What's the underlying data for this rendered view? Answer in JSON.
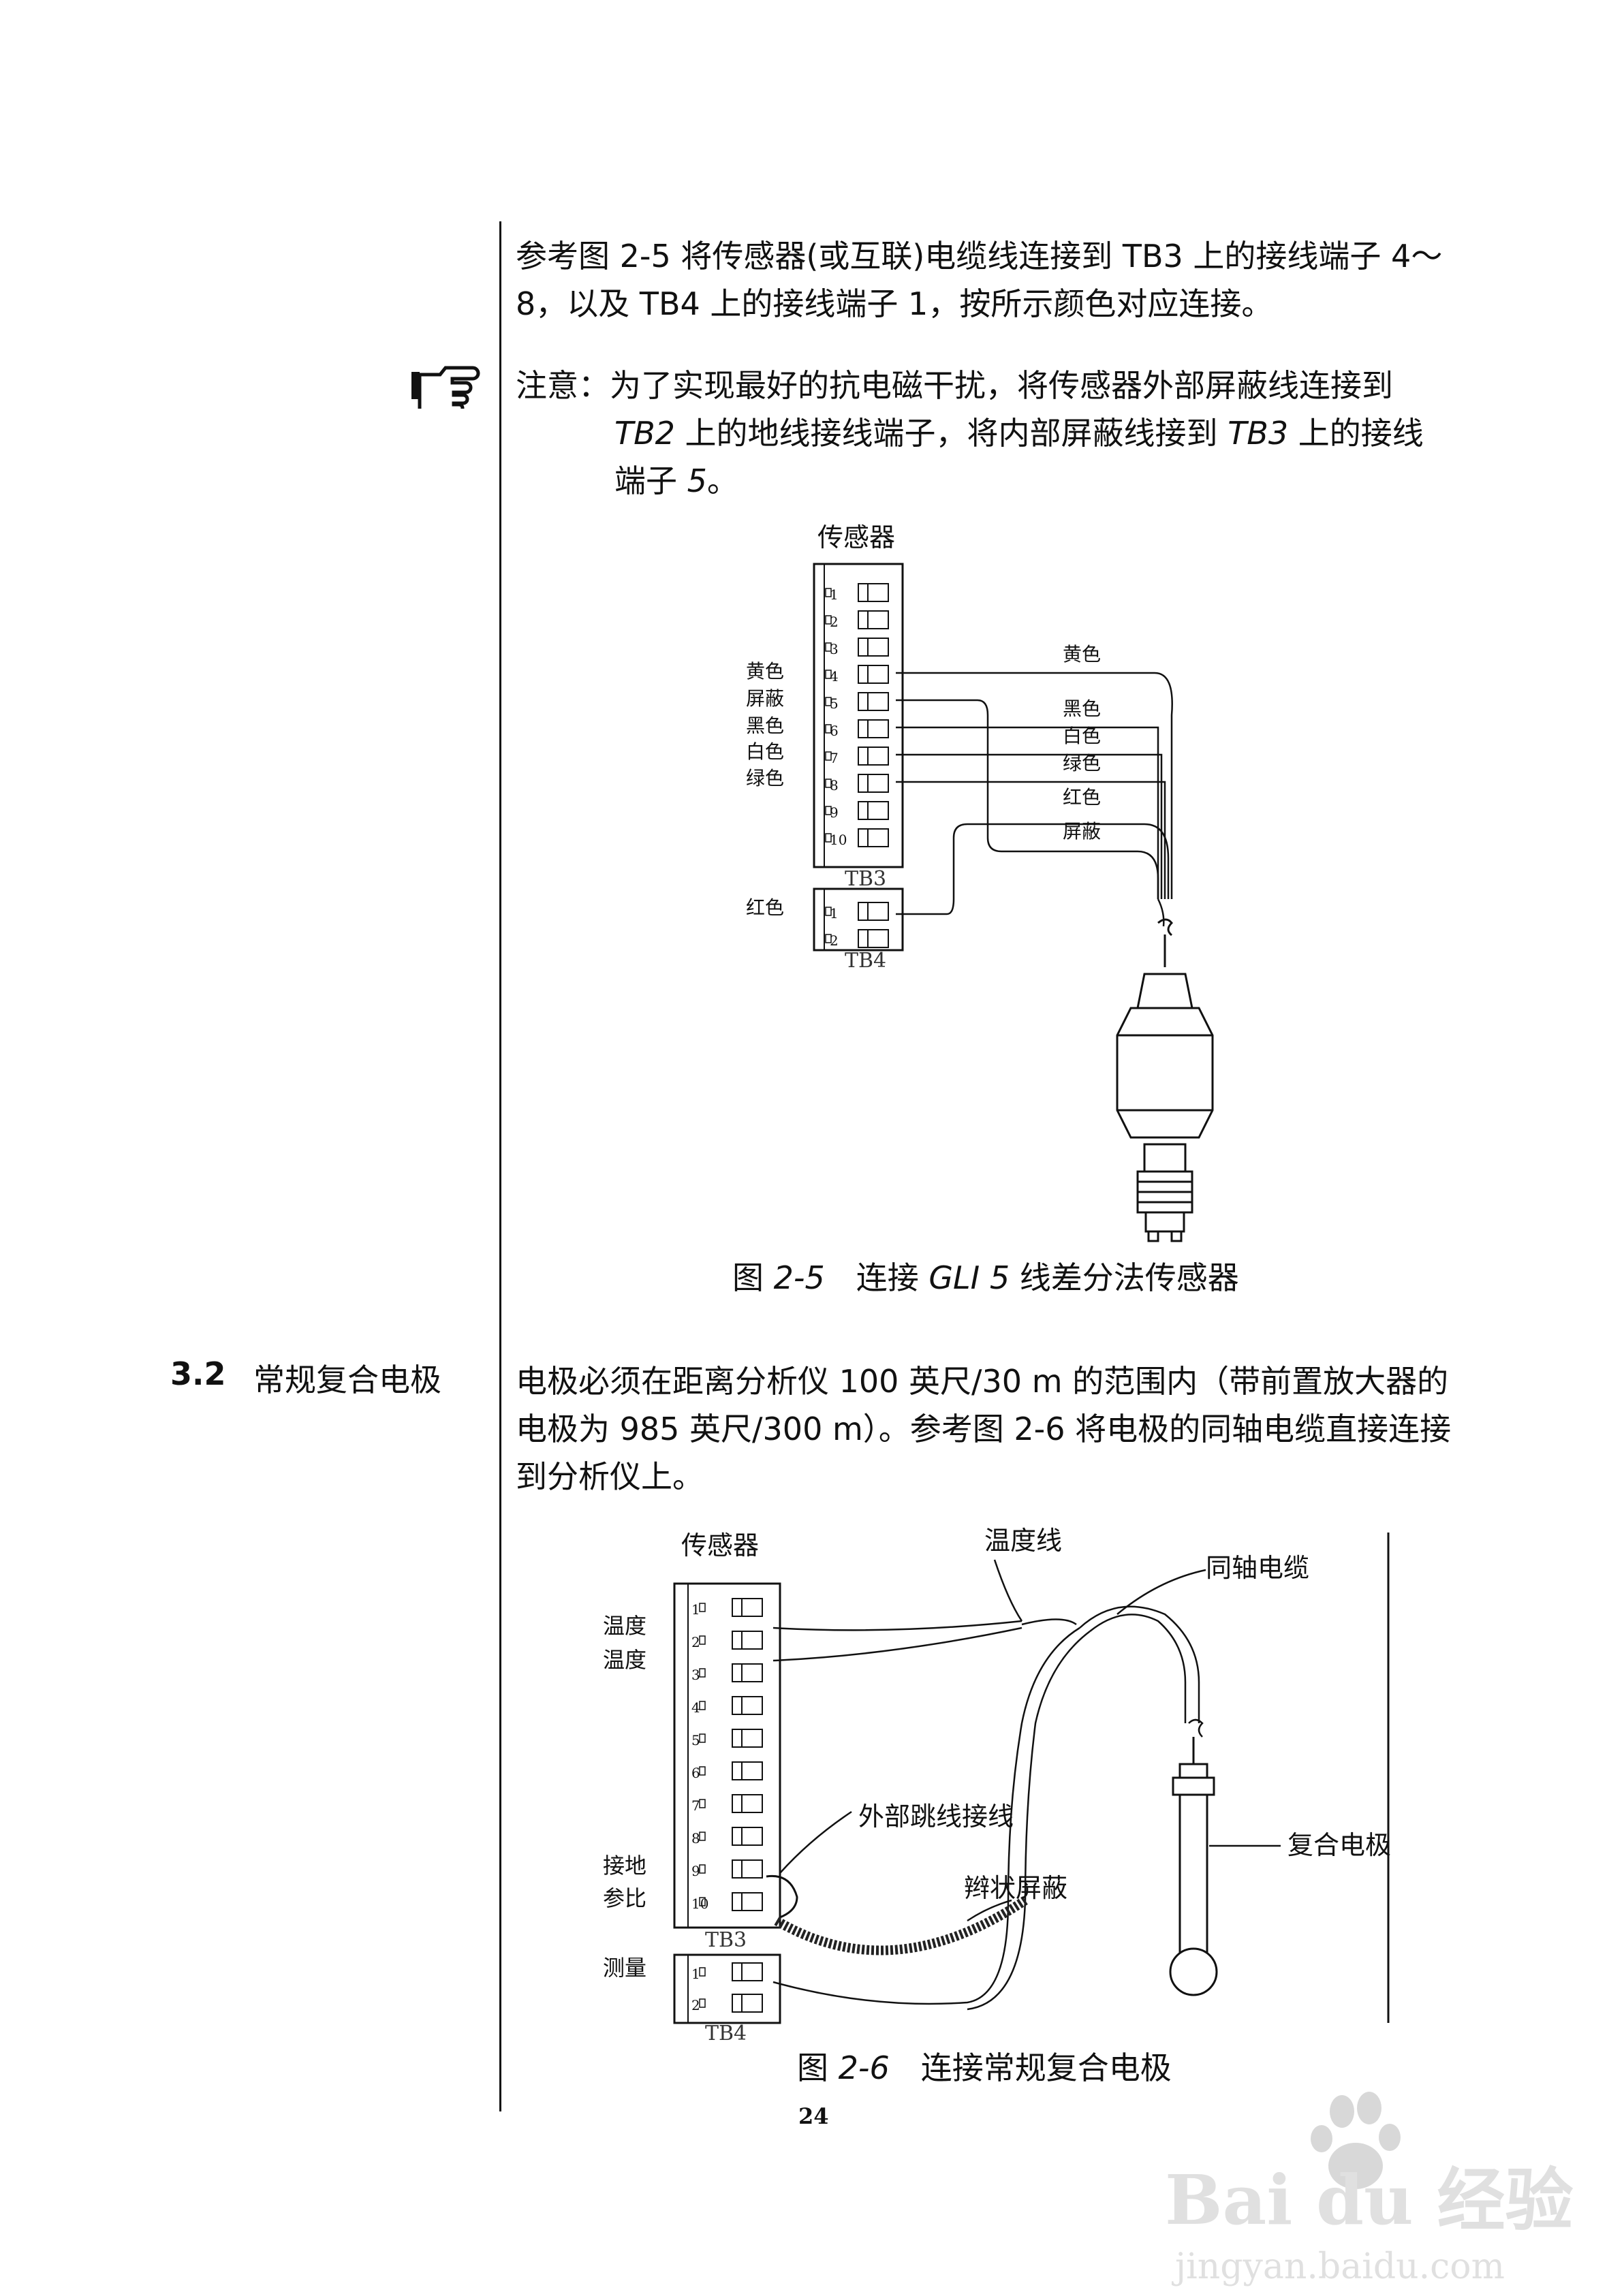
{
  "intro": {
    "line1": "参考图 2-5 将传感器(或互联)电缆线连接到 TB3 上的接线端子 4～",
    "line2": "8，以及 TB4 上的接线端子 1，按所示颜色对应连接。"
  },
  "note": {
    "prefix": "注意：为了实现最好的抗电磁干扰，将传感器外部屏蔽线连接到",
    "line2_a": "TB2",
    "line2_b": " 上的地线接线端子，将内部屏蔽线接到 ",
    "line2_c": "TB3",
    "line2_d": " 上的接线",
    "line3_a": "端子 ",
    "line3_b": "5",
    "line3_c": "。"
  },
  "figure1": {
    "title": "传感器",
    "left_labels": [
      "黄色",
      "屏蔽",
      "黑色",
      "白色",
      "绿色"
    ],
    "left_label_tb4": "红色",
    "right_labels": [
      "黄色",
      "黑色",
      "白色",
      "绿色",
      "红色",
      "屏蔽"
    ],
    "terminals_tb3": [
      "1",
      "2",
      "3",
      "4",
      "5",
      "6",
      "7",
      "8",
      "9",
      "10"
    ],
    "terminals_tb4": [
      "1",
      "2"
    ],
    "tb3": "TB3",
    "tb4": "TB4",
    "caption_prefix": "图 ",
    "caption_num": "2-5",
    "caption_mid": "　连接 ",
    "caption_em": "GLI 5",
    "caption_suffix": " 线差分法传感器"
  },
  "section": {
    "number": "3.2",
    "title": "常规复合电极",
    "line1": "电极必须在距离分析仪 100 英尺/30 m 的范围内（带前置放大器的",
    "line2": "电极为 985 英尺/300 m）。参考图 2-6 将电极的同轴电缆直接连接",
    "line3": "到分析仪上。"
  },
  "figure2": {
    "title": "传感器",
    "temp_wire": "温度线",
    "coax": "同轴电缆",
    "jumper": "外部跳线接线",
    "braid": "辫状屏蔽",
    "electrode": "复合电极",
    "left_labels": [
      "温度",
      "温度",
      "接地",
      "参比",
      "测量"
    ],
    "terminals_tb3": [
      "1",
      "2",
      "3",
      "4",
      "5",
      "6",
      "7",
      "8",
      "9",
      "10"
    ],
    "terminals_tb4": [
      "1",
      "2"
    ],
    "tb3": "TB3",
    "tb4": "TB4",
    "caption_prefix": "图 ",
    "caption_num": "2-6",
    "caption_suffix": "　连接常规复合电极"
  },
  "page_number": "24",
  "watermark": {
    "brand": "Bai du 经验",
    "url": "jingyan.baidu.com"
  }
}
